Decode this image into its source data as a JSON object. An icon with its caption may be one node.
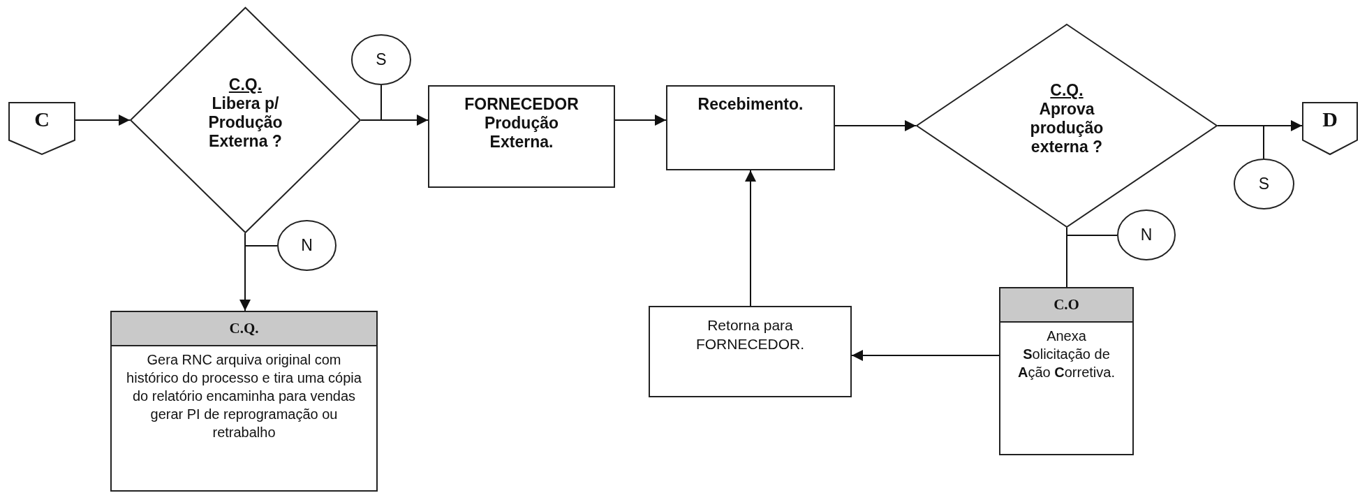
{
  "diagram": {
    "nodes": [
      {
        "text": [
          "C"
        ]
      },
      {
        "text": [
          "C.Q.",
          "Libera p/ Produção Externa ?"
        ]
      },
      {
        "text": [
          "S"
        ]
      },
      {
        "text": [
          "FORNECEDOR Produção Externa."
        ]
      },
      {
        "text": [
          "Recebimento."
        ]
      },
      {
        "text": [
          "C.Q.",
          "Aprova produção externa ?"
        ]
      },
      {
        "text": [
          "D"
        ]
      },
      {
        "text": [
          "S"
        ]
      },
      {
        "text": [
          "N"
        ]
      },
      {
        "text": [
          "C.Q.",
          "Gera RNC arquiva original com histórico do processo e tira uma cópia do relatório encaminha para vendas gerar PI de reprogramação ou retrabalho"
        ]
      },
      {
        "text": [
          "N"
        ]
      },
      {
        "text": [
          "C.O",
          "Anexa **S**olicitação de **A**ção **C**orretiva."
        ]
      },
      {
        "text": [
          "Retorna para FORNECEDOR."
        ]
      }
    ],
    "edges": [
      {
        "from": 0,
        "to": 1,
        "arrow": "to"
      },
      {
        "from": 1,
        "to": 3,
        "arrow": "to"
      },
      {
        "from": 2,
        "to": null,
        "arrow": "none"
      },
      {
        "from": 3,
        "to": 4,
        "arrow": "to"
      },
      {
        "from": 4,
        "to": 5,
        "arrow": "to"
      },
      {
        "from": 5,
        "to": 6,
        "arrow": "to"
      },
      {
        "from": 7,
        "to": null,
        "arrow": "none"
      },
      {
        "from": 1,
        "to": 9,
        "arrow": "to"
      },
      {
        "from": 8,
        "to": 1,
        "arrow": "none"
      },
      {
        "from": 5,
        "to": 11,
        "arrow": "none"
      },
      {
        "from": 10,
        "to": 5,
        "arrow": "none"
      },
      {
        "from": 11,
        "to": 12,
        "arrow": "to"
      },
      {
        "from": 12,
        "to": 4,
        "arrow": "to"
      }
    ]
  }
}
